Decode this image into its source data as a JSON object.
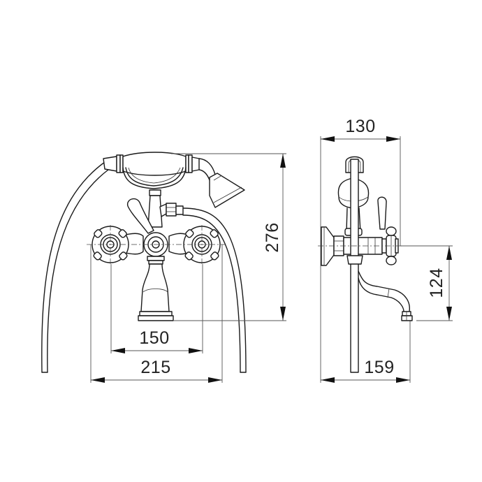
{
  "drawing": {
    "subject": "Bath mixer tap with hand shower — technical drawing",
    "views": [
      {
        "name": "front-view"
      },
      {
        "name": "side-view"
      }
    ]
  },
  "dimensions": {
    "front_height": {
      "value": "276",
      "unit": "mm",
      "orientation": "vertical"
    },
    "handle_centers": {
      "value": "150",
      "unit": "mm",
      "orientation": "horizontal"
    },
    "overall_width": {
      "value": "215",
      "unit": "mm",
      "orientation": "horizontal"
    },
    "side_depth_top": {
      "value": "130",
      "unit": "mm",
      "orientation": "horizontal"
    },
    "spout_drop": {
      "value": "124",
      "unit": "mm",
      "orientation": "vertical"
    },
    "spout_reach": {
      "value": "159",
      "unit": "mm",
      "orientation": "horizontal"
    }
  },
  "colors": {
    "line": "#1a1a1a",
    "dimension_line": "#555555",
    "background": "#ffffff"
  }
}
